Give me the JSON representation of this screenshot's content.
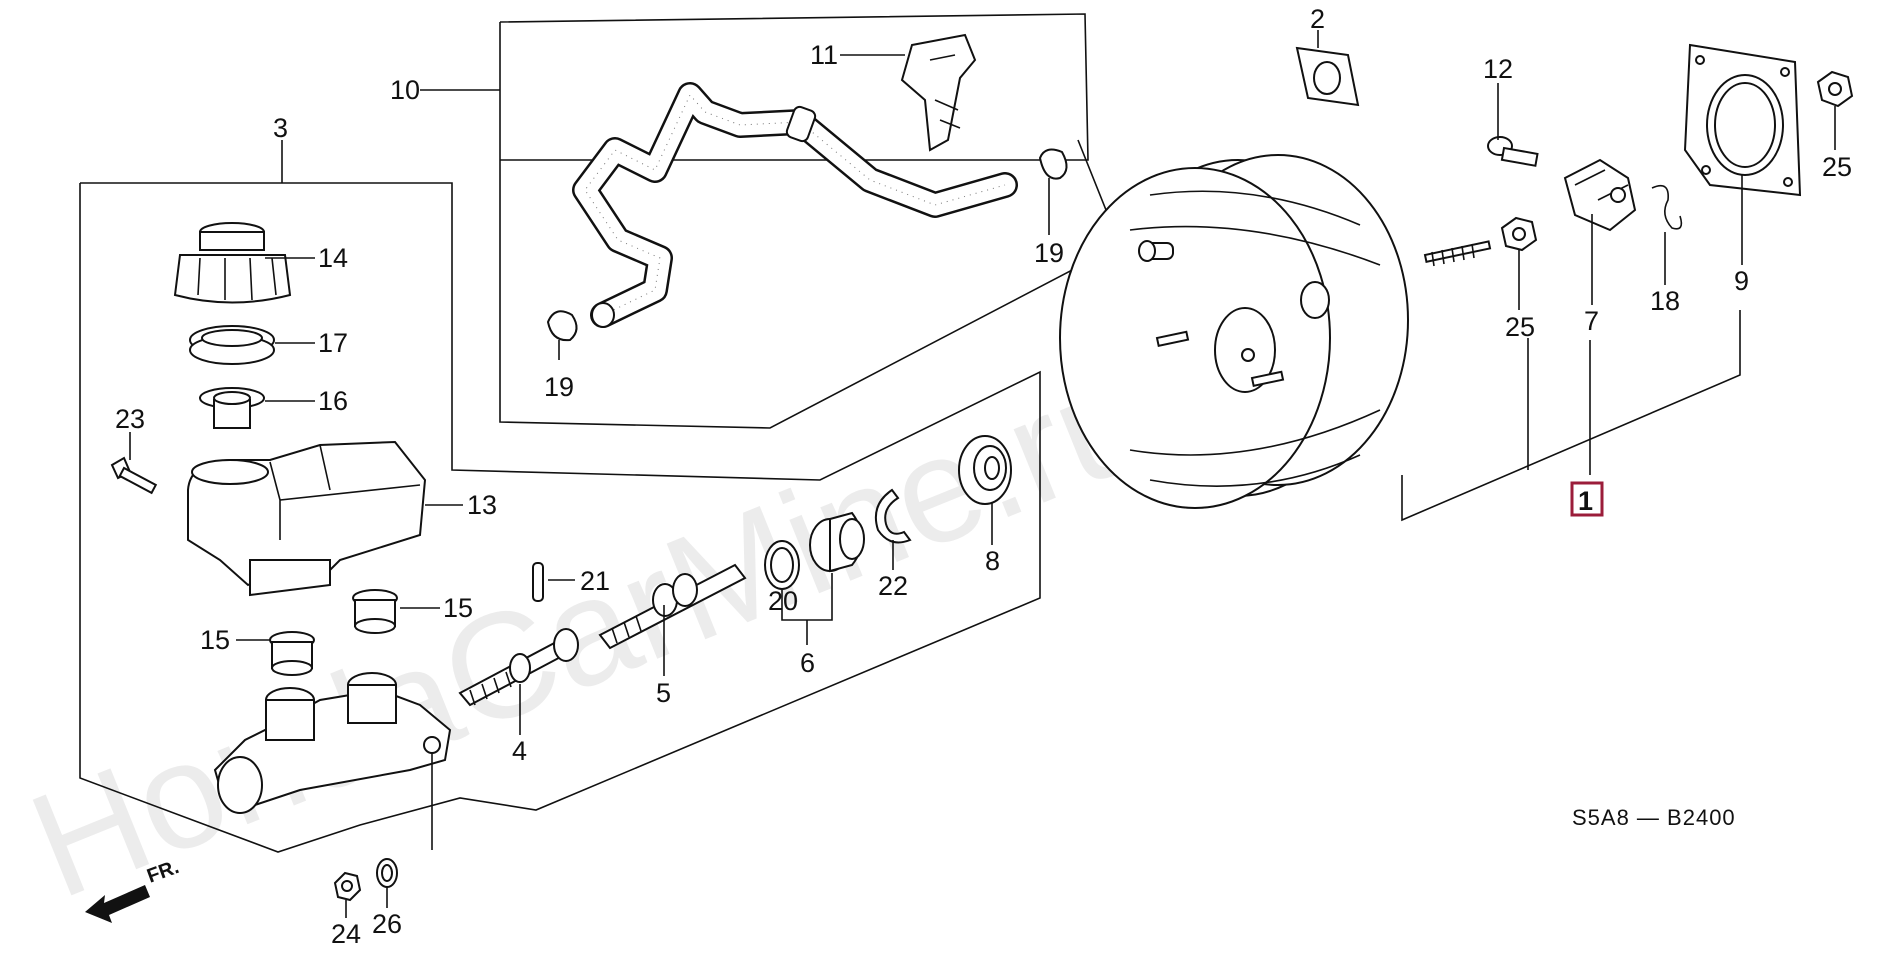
{
  "diagram": {
    "code": "S5A8 — B2400",
    "front_label": "FR.",
    "watermark": "HondaCarMine.ru",
    "highlighted_callout": "1",
    "callouts": {
      "c1": "1",
      "c2": "2",
      "c3": "3",
      "c4": "4",
      "c5": "5",
      "c6": "6",
      "c7": "7",
      "c8": "8",
      "c9": "9",
      "c10": "10",
      "c11": "11",
      "c12": "12",
      "c13": "13",
      "c14": "14",
      "c15a": "15",
      "c15b": "15",
      "c16": "16",
      "c17": "17",
      "c18": "18",
      "c19a": "19",
      "c19b": "19",
      "c20": "20",
      "c21": "21",
      "c22": "22",
      "c23": "23",
      "c24": "24",
      "c25a": "25",
      "c25b": "25",
      "c26": "26"
    },
    "colors": {
      "highlight": "#9b1d3a",
      "ink": "#111111"
    }
  }
}
